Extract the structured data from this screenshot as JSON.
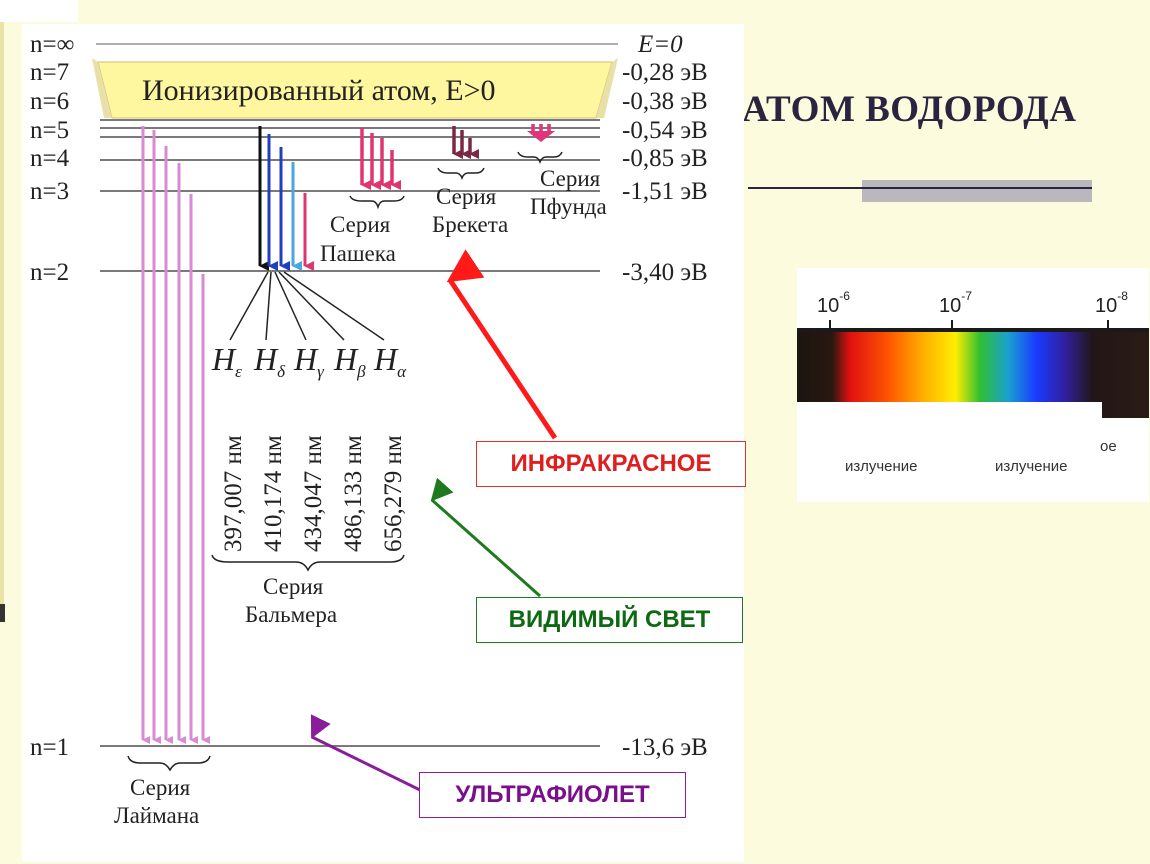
{
  "title": "АТОМ ВОДОРОДА",
  "diagram": {
    "levels": [
      {
        "n": "n=∞",
        "energy": "E=0"
      },
      {
        "n": "n=7",
        "energy": "-0,28 эВ"
      },
      {
        "n": "n=6",
        "energy": "-0,38 эВ"
      },
      {
        "n": "n=5",
        "energy": "-0,54 эВ"
      },
      {
        "n": "n=4",
        "energy": "-0,85 эВ"
      },
      {
        "n": "n=3",
        "energy": "-1,51 эВ"
      },
      {
        "n": "n=2",
        "energy": "-3,40 эВ"
      },
      {
        "n": "n=1",
        "energy": "-13,6 эВ"
      }
    ],
    "ionized_label": "Ионизированный атом, E>0",
    "series": {
      "lyman": [
        "Серия",
        "Лаймана"
      ],
      "balmer": [
        "Серия",
        "Бальмера"
      ],
      "paschen": [
        "Серия",
        "Пашека"
      ],
      "brackett": [
        "Серия",
        "Брекета"
      ],
      "pfund": [
        "Серия",
        "Пфунда"
      ]
    },
    "balmer_lines": [
      {
        "name": "H",
        "sub": "ε",
        "wavelength": "397,007 нм"
      },
      {
        "name": "H",
        "sub": "δ",
        "wavelength": "410,174 нм"
      },
      {
        "name": "H",
        "sub": "γ",
        "wavelength": "434,047 нм"
      },
      {
        "name": "H",
        "sub": "β",
        "wavelength": "486,133 нм"
      },
      {
        "name": "H",
        "sub": "α",
        "wavelength": "656,279 нм"
      }
    ]
  },
  "labels": {
    "infrared": "ИНФРАКРАСНОЕ",
    "visible": "ВИДИМЫЙ СВЕТ",
    "ultraviolet": "УЛЬТРАФИОЛЕТ"
  },
  "spectrum": {
    "ticks": [
      {
        "base": "10",
        "exp": "-6"
      },
      {
        "base": "10",
        "exp": "-7"
      },
      {
        "base": "10",
        "exp": "-8"
      }
    ],
    "captions": [
      "излучение",
      "излучение",
      "ое"
    ]
  },
  "colors": {
    "background": "#fdfbdd",
    "infrared": "#e01e1e",
    "visible": "#0e6a12",
    "ultraviolet": "#7a0f8c",
    "lyman_arrows": "#d98ad6",
    "paschen_arrows": "#e0356e",
    "brackett_arrows": "#7a2844",
    "pfund_arrows": "#e0357a"
  }
}
